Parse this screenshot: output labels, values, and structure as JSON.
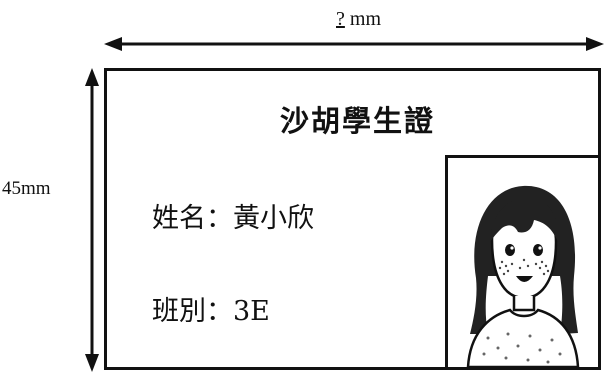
{
  "card": {
    "title": "沙胡學生證",
    "name_label": "姓名",
    "name_value": "黃小欣",
    "class_label": "班別",
    "class_value": "3E",
    "separator": "："
  },
  "dimensions": {
    "width_value": "?",
    "width_unit": "mm",
    "height_value": "45",
    "height_unit": "mm"
  },
  "photo": {
    "icon": "student-portrait-icon"
  }
}
